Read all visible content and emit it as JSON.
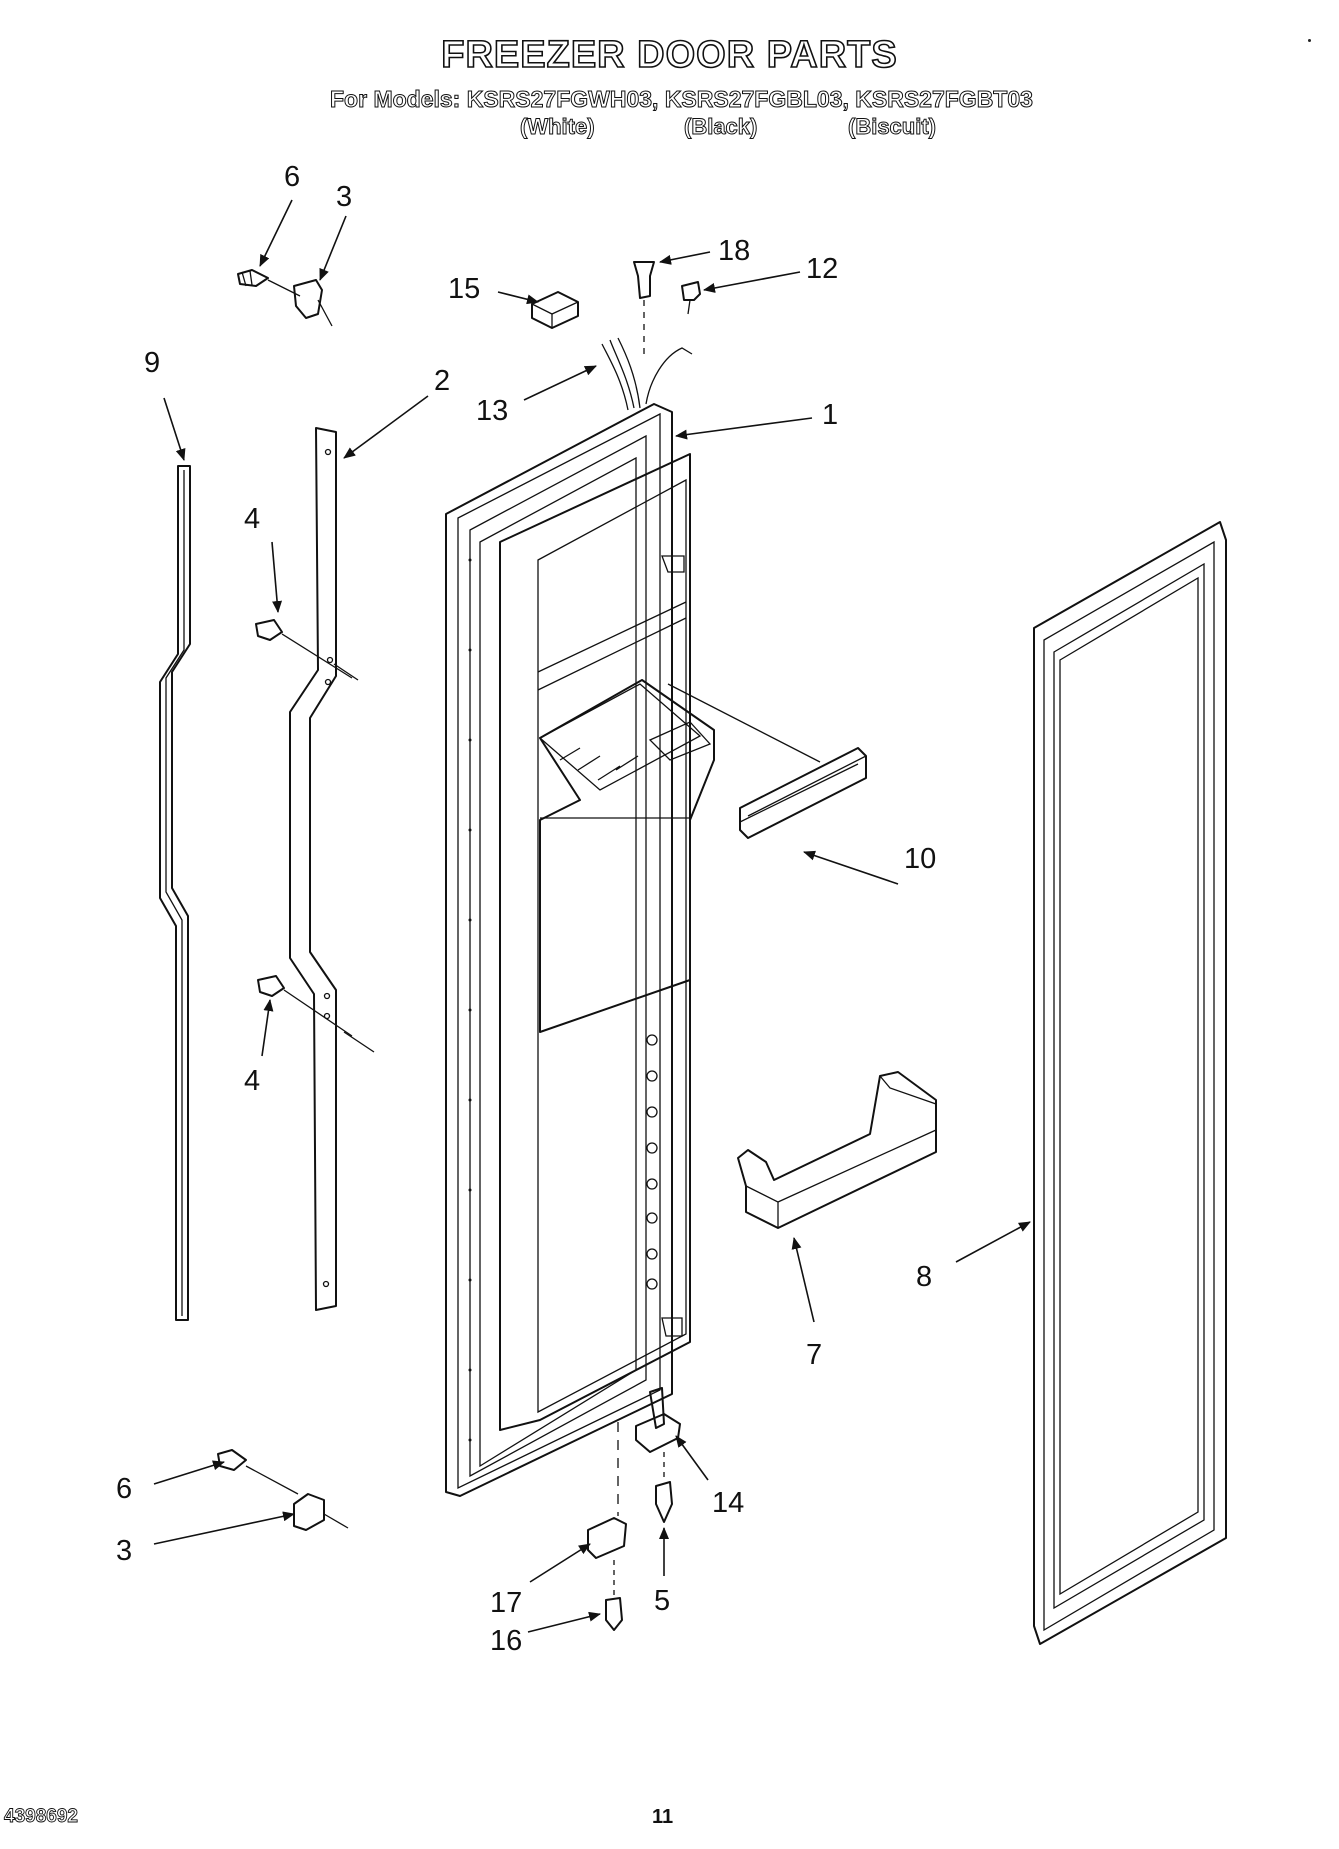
{
  "header": {
    "title": "FREEZER DOOR PARTS",
    "models_line": "For Models: KSRS27FGWH03, KSRS27FGBL03, KSRS27FGBT03",
    "variants": [
      "(White)",
      "(Black)",
      "(Biscuit)"
    ]
  },
  "callouts": [
    "6",
    "3",
    "9",
    "2",
    "15",
    "18",
    "12",
    "13",
    "1",
    "4",
    "4",
    "10",
    "7",
    "8",
    "6",
    "3",
    "14",
    "5",
    "17",
    "16"
  ],
  "footer": {
    "doc_number": "4398692",
    "page_number": "11"
  }
}
